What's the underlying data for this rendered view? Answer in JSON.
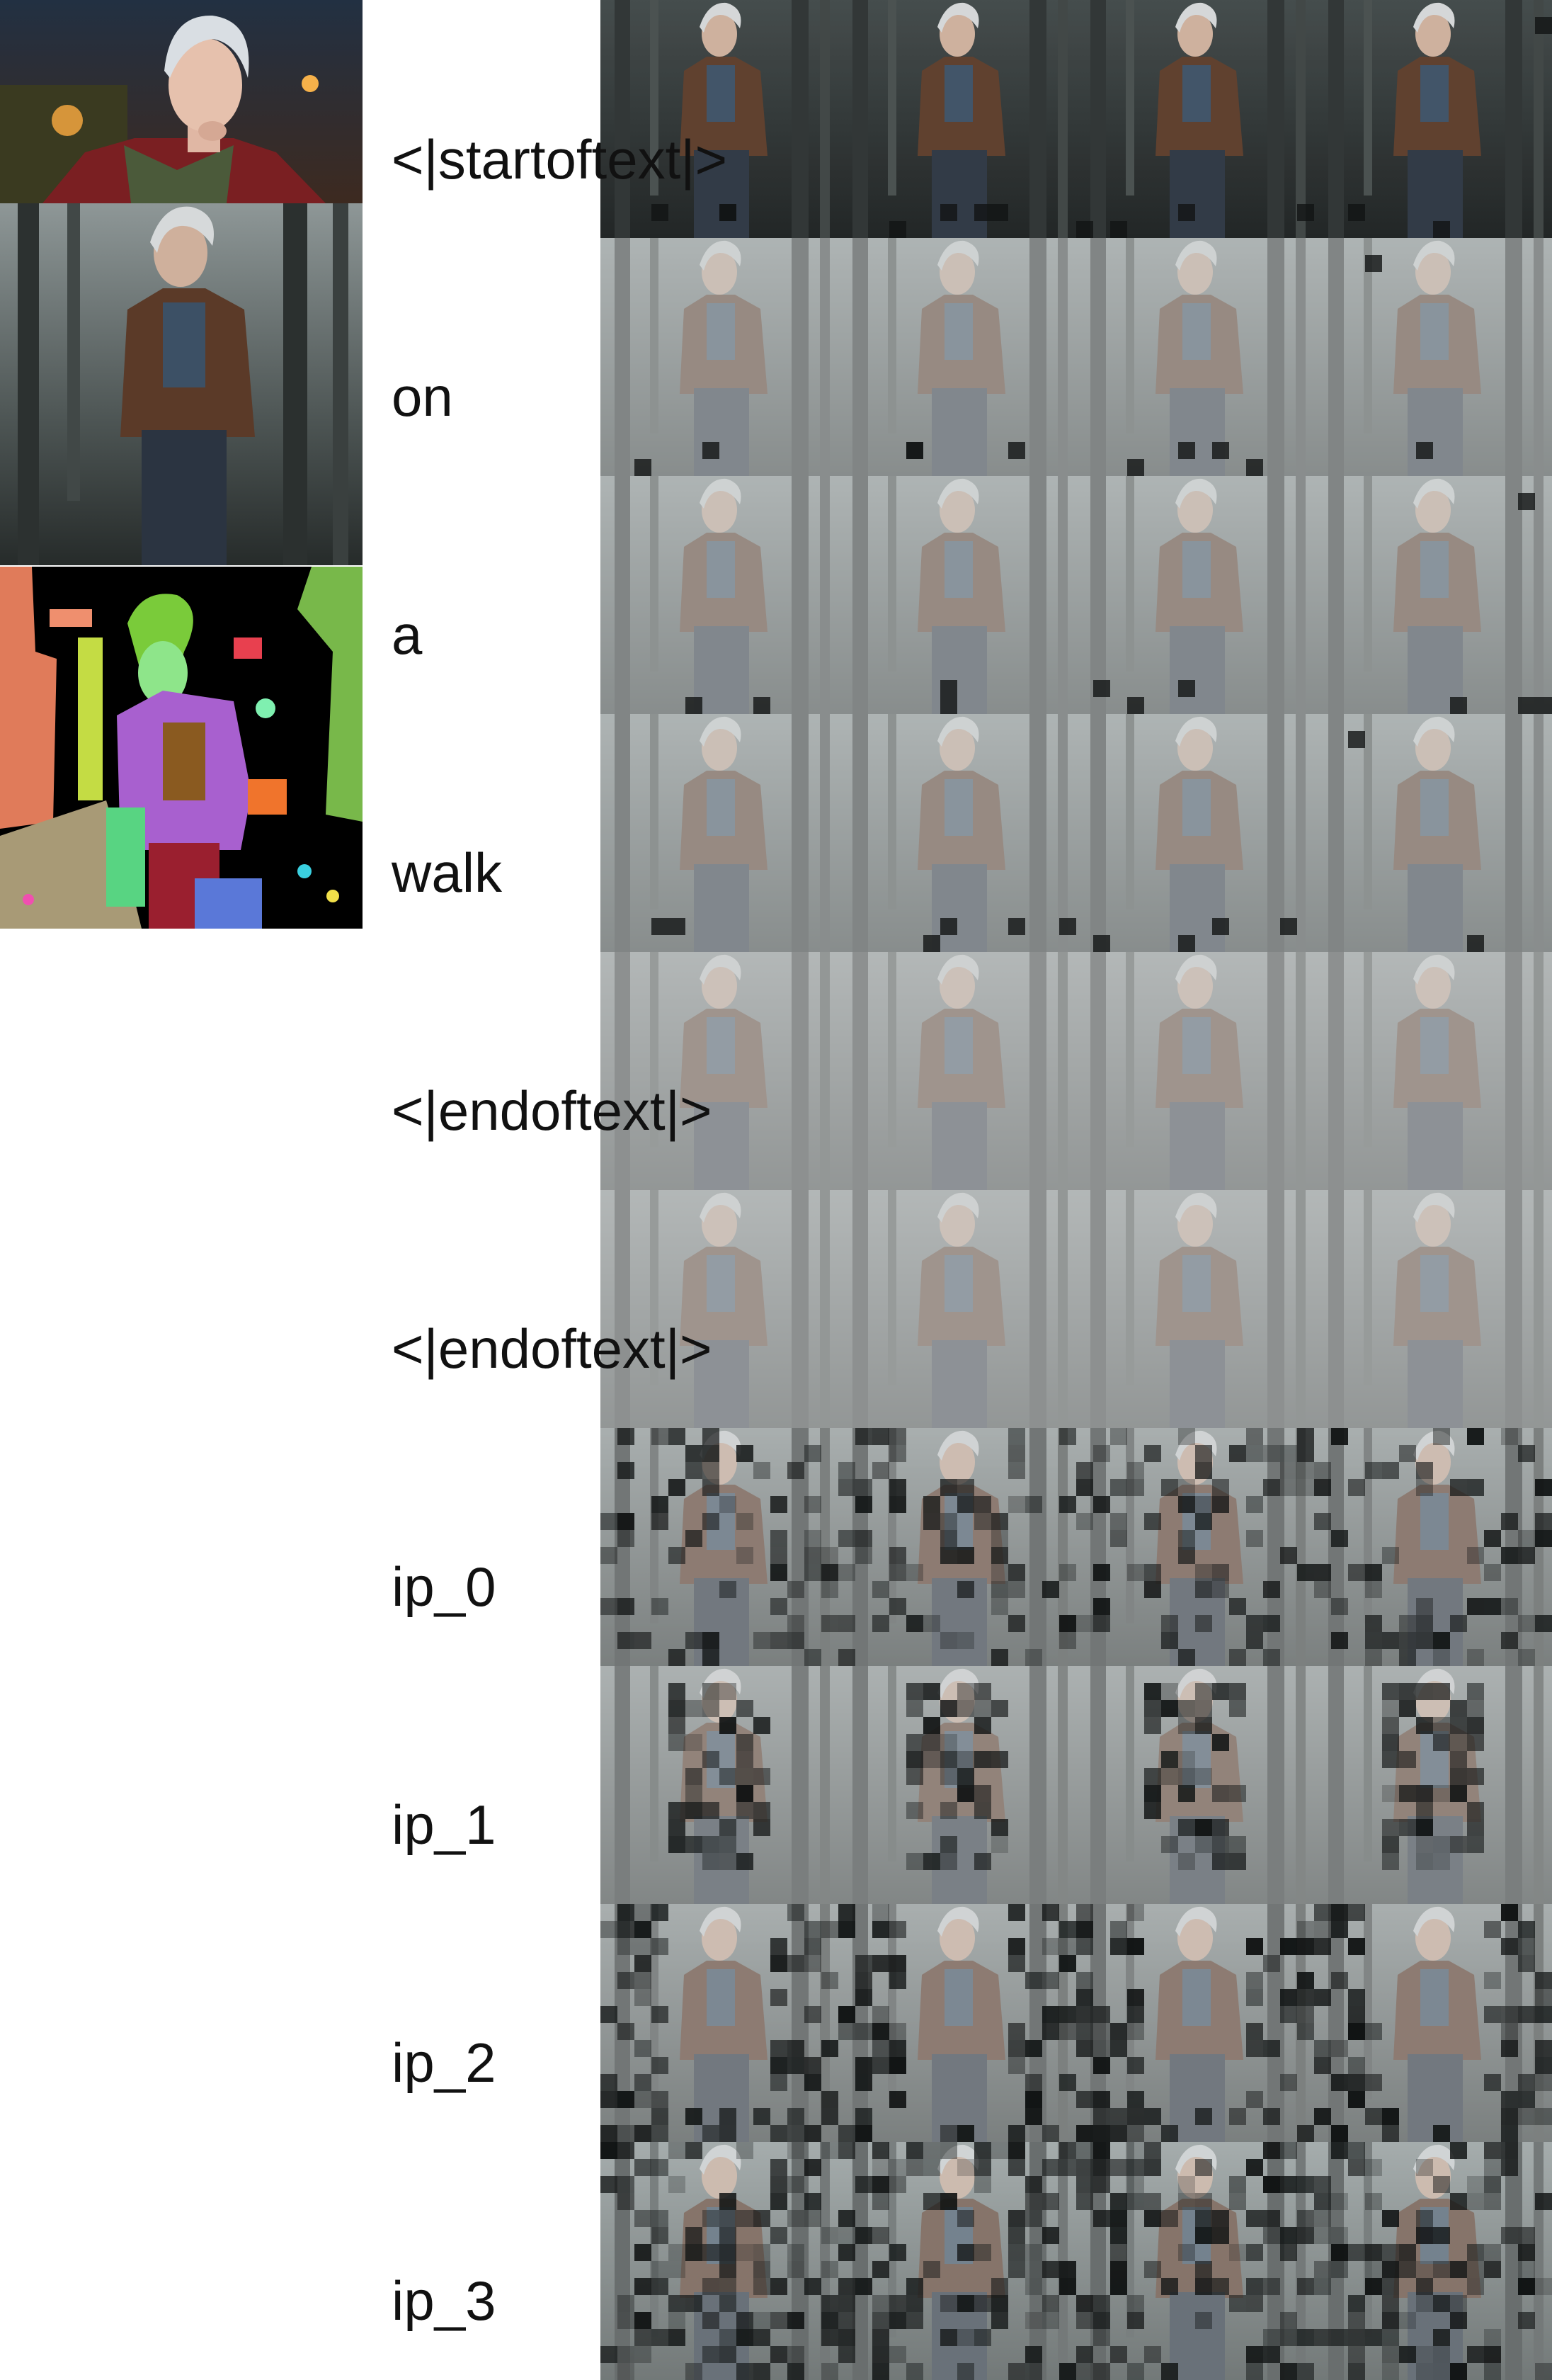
{
  "figure": {
    "token_labels": [
      "<|startoftext|>",
      "on",
      "a",
      "walk",
      "<|endoftext|>",
      "<|endoftext|>",
      "ip_0",
      "ip_1",
      "ip_2",
      "ip_3"
    ],
    "source_images": [
      "reference-portrait-image",
      "generated-forest-walk-image",
      "segmentation-mask-image"
    ],
    "grid": {
      "rows": 10,
      "columns": 4,
      "haze_levels": [
        0.05,
        0.55,
        0.55,
        0.55,
        0.62,
        0.62,
        0.45,
        0.5,
        0.45,
        0.4
      ],
      "attention_pattern": [
        "sparse",
        "sparse",
        "sparse",
        "sparse",
        "none",
        "none",
        "scattered",
        "figure",
        "border",
        "dense"
      ]
    },
    "colors": {
      "background": "#ffffff",
      "text": "#111111",
      "forest_dark": "#2b3030",
      "fog": "#c9cccc"
    }
  }
}
